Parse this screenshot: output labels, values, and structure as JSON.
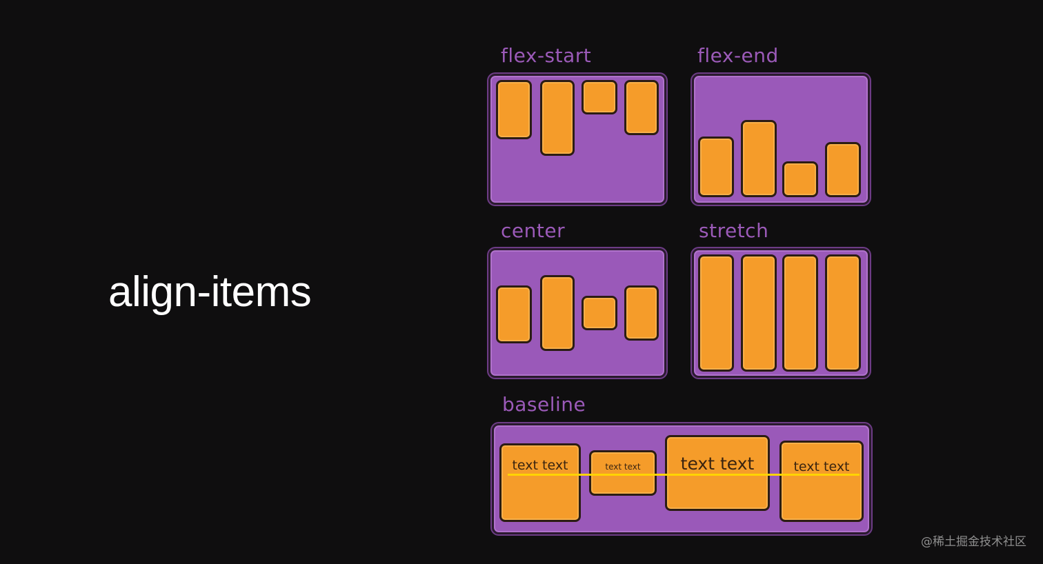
{
  "title": "align-items",
  "panels": {
    "flex_start": {
      "label": "flex-start"
    },
    "flex_end": {
      "label": "flex-end"
    },
    "center": {
      "label": "center"
    },
    "stretch": {
      "label": "stretch"
    },
    "baseline": {
      "label": "baseline",
      "item_texts": [
        "text text",
        "text text",
        "text text",
        "text text"
      ]
    }
  },
  "colors": {
    "container": "#9a59b9",
    "item": "#f59c2a",
    "baseline_line": "#ffd400",
    "label": "#9b5ab8",
    "background": "#0f0e0f"
  },
  "watermark": "@稀土掘金技术社区"
}
